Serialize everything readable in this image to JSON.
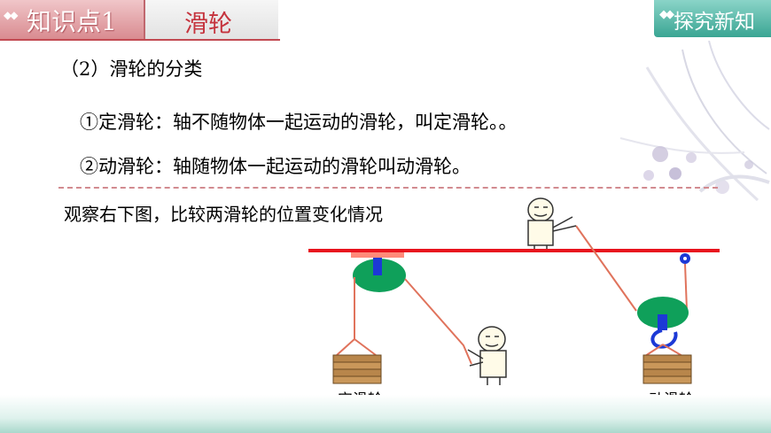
{
  "header": {
    "badge_text": "知识点1",
    "title": "滑轮",
    "right_label": "探究新知"
  },
  "content": {
    "section_heading": "（2）滑轮的分类",
    "item_fixed": "①定滑轮：轴不随物体一起运动的滑轮，叫定滑轮。。",
    "item_movable": "②动滑轮：轴随物体一起运动的滑轮叫动滑轮。",
    "observe_prompt": "观察右下图，比较两滑轮的位置变化情况"
  },
  "diagram": {
    "fixed_label": "定滑轮",
    "movable_label": "动滑轮"
  },
  "colors": {
    "accent_red": "#c5343e",
    "beam": "#e8141e",
    "rope": "#e0735c",
    "pulley_green": "#0fa05a",
    "axle_blue": "#1c39d6",
    "weight_brown": "#b8864b",
    "teal": "#3aa593"
  }
}
